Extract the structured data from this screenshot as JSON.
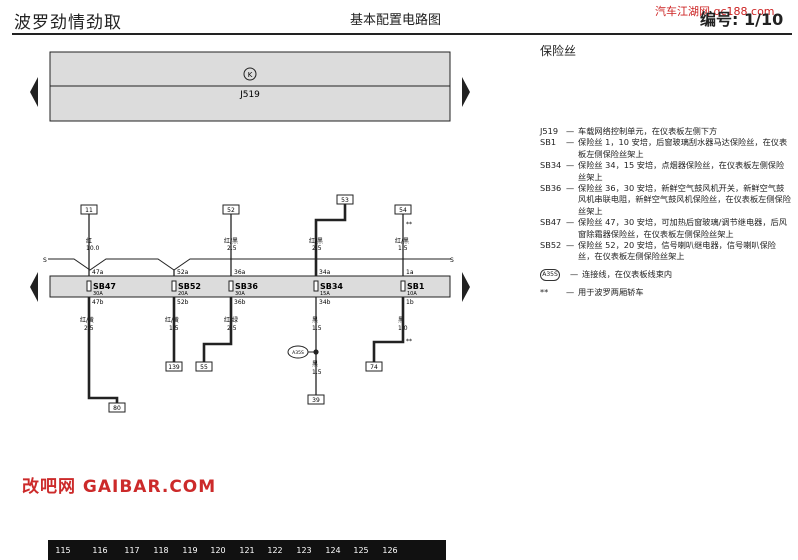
{
  "header": {
    "left_title": "波罗劲情劲取",
    "center_title": "基本配置电路图",
    "right_number": "编号: 1/10",
    "watermark": "汽车江湖网 qc188.com"
  },
  "section_title": "保险丝",
  "diagram": {
    "module_id": "J519",
    "module_symbol": "K",
    "bus_left_label": "S",
    "bus_right_label": "S",
    "fuses": [
      {
        "code": "SB47",
        "amp": "30A",
        "top_pin": "47a",
        "bot_pin": "47b",
        "top_conn": "11",
        "top_color": "红",
        "top_size": "10.0",
        "bot_color": "红/黄",
        "bot_size": "2.5",
        "bot_conn": "80"
      },
      {
        "code": "SB52",
        "amp": "20A",
        "top_pin": "52a",
        "bot_pin": "52b",
        "top_conn": "",
        "top_color": "",
        "top_size": "",
        "bot_color": "红/黄",
        "bot_size": "1.5",
        "bot_conn": "139"
      },
      {
        "code": "SB36",
        "amp": "30A",
        "top_pin": "36a",
        "bot_pin": "36b",
        "top_conn": "52",
        "top_color": "红/黑",
        "top_size": "2.5",
        "bot_color": "红/绿",
        "bot_size": "2.5",
        "bot_conn": "55"
      },
      {
        "code": "SB34",
        "amp": "15A",
        "top_pin": "34a",
        "bot_pin": "34b",
        "top_conn": "53",
        "top_color": "红/黑",
        "top_size": "2.5",
        "bot_color": "黑",
        "bot_size": "1.5",
        "bot_conn": "39"
      },
      {
        "code": "SB1",
        "amp": "10A",
        "top_pin": "1a",
        "bot_pin": "1b",
        "top_conn": "54",
        "top_color": "红/黑",
        "top_size": "1.5",
        "bot_color": "黑",
        "bot_size": "1.0",
        "bot_conn": "74"
      }
    ],
    "connector_a": "A35S",
    "sb34_low_color": "黑",
    "sb34_low_size": "1.5",
    "star": "**"
  },
  "legend": [
    {
      "code": "J519",
      "desc": "车载网络控制单元，在仪表板左侧下方"
    },
    {
      "code": "SB1",
      "desc": "保险丝 1，10 安培，后窗玻璃刮水器马达保险丝，在仪表板左侧保险丝架上"
    },
    {
      "code": "SB34",
      "desc": "保险丝 34，15 安培，点烟器保险丝，在仪表板左侧保险丝架上"
    },
    {
      "code": "SB36",
      "desc": "保险丝 36，30 安培，新鲜空气鼓风机开关，新鲜空气鼓风机串联电阻，新鲜空气鼓风机保险丝，在仪表板左侧保险丝架上"
    },
    {
      "code": "SB47",
      "desc": "保险丝 47，30 安培，可加热后窗玻璃/调节继电器，后风窗除霜器保险丝，在仪表板左侧保险丝架上"
    },
    {
      "code": "SB52",
      "desc": "保险丝 52，20 安培，信号喇叭继电器，信号喇叭保险丝，在仪表板左侧保险丝架上"
    }
  ],
  "legend_symbol": {
    "code": "A35S",
    "desc": "连接线，在仪表板线束内"
  },
  "legend_star": {
    "code": "**",
    "desc": "用于波罗两厢轿车"
  },
  "bottom_watermark": "改吧网 GAIBAR.COM",
  "scale": [
    "115",
    "116",
    "117",
    "118",
    "119",
    "120",
    "121",
    "122",
    "123",
    "124",
    "125",
    "126"
  ],
  "colors": {
    "ink": "#222222",
    "panel": "#dcdcdc",
    "accent_red": "#cc2a2a"
  }
}
